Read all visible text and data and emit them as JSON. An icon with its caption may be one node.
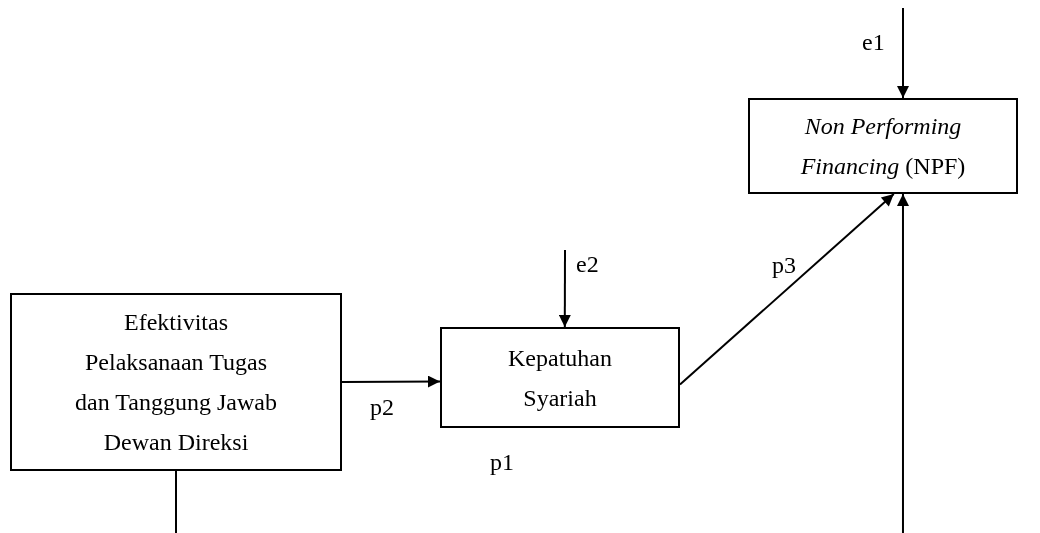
{
  "diagram": {
    "nodes": [
      {
        "text": [
          "*Non Performing Financing* (NPF)"
        ]
      },
      {
        "text": [
          "Efektivitas Pelaksanaan Tugas dan Tanggung Jawab Dewan Direksi"
        ]
      },
      {
        "text": [
          "Kepatuhan Syariah"
        ]
      }
    ],
    "edges": [
      {
        "from": null,
        "to": 0,
        "arrow": "to",
        "label": "e1"
      },
      {
        "from": null,
        "to": 2,
        "arrow": "to",
        "label": "e2"
      },
      {
        "from": 1,
        "to": 2,
        "arrow": "to",
        "label": "p2"
      },
      {
        "from": 2,
        "to": 0,
        "arrow": "to",
        "label": "p3"
      },
      {
        "from": 1,
        "to": 0,
        "arrow": "to",
        "label": "p1"
      }
    ]
  }
}
